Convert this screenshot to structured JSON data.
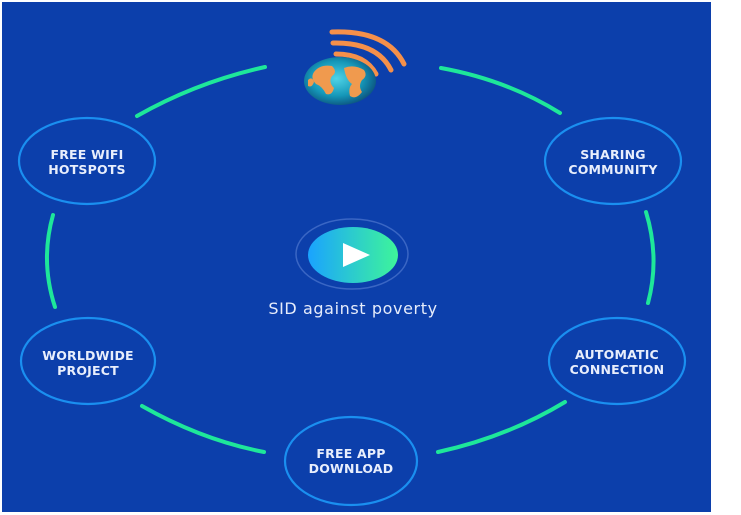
{
  "diagram": {
    "title": "SID against poverty",
    "center": {
      "icon": "play-icon",
      "caption": "SID against poverty"
    },
    "top_icon": "globe-wifi-icon",
    "nodes": [
      {
        "id": "free-wifi-hotspots",
        "line1": "FREE WIFI",
        "line2": "HOTSPOTS"
      },
      {
        "id": "sharing-community",
        "line1": "SHARING",
        "line2": "COMMUNITY"
      },
      {
        "id": "automatic-connection",
        "line1": "AUTOMATIC",
        "line2": "CONNECTION"
      },
      {
        "id": "free-app-download",
        "line1": "FREE APP",
        "line2": "DOWNLOAD"
      },
      {
        "id": "worldwide-project",
        "line1": "WORLDWIDE",
        "line2": "PROJECT"
      }
    ],
    "colors": {
      "background": "#0c3fab",
      "connector": "#1ee79a",
      "node_ring": "#1a8ff0",
      "wifi": "#f5904a",
      "play_gradient_start": "#1aa3ff",
      "play_gradient_end": "#3ef59a"
    }
  }
}
